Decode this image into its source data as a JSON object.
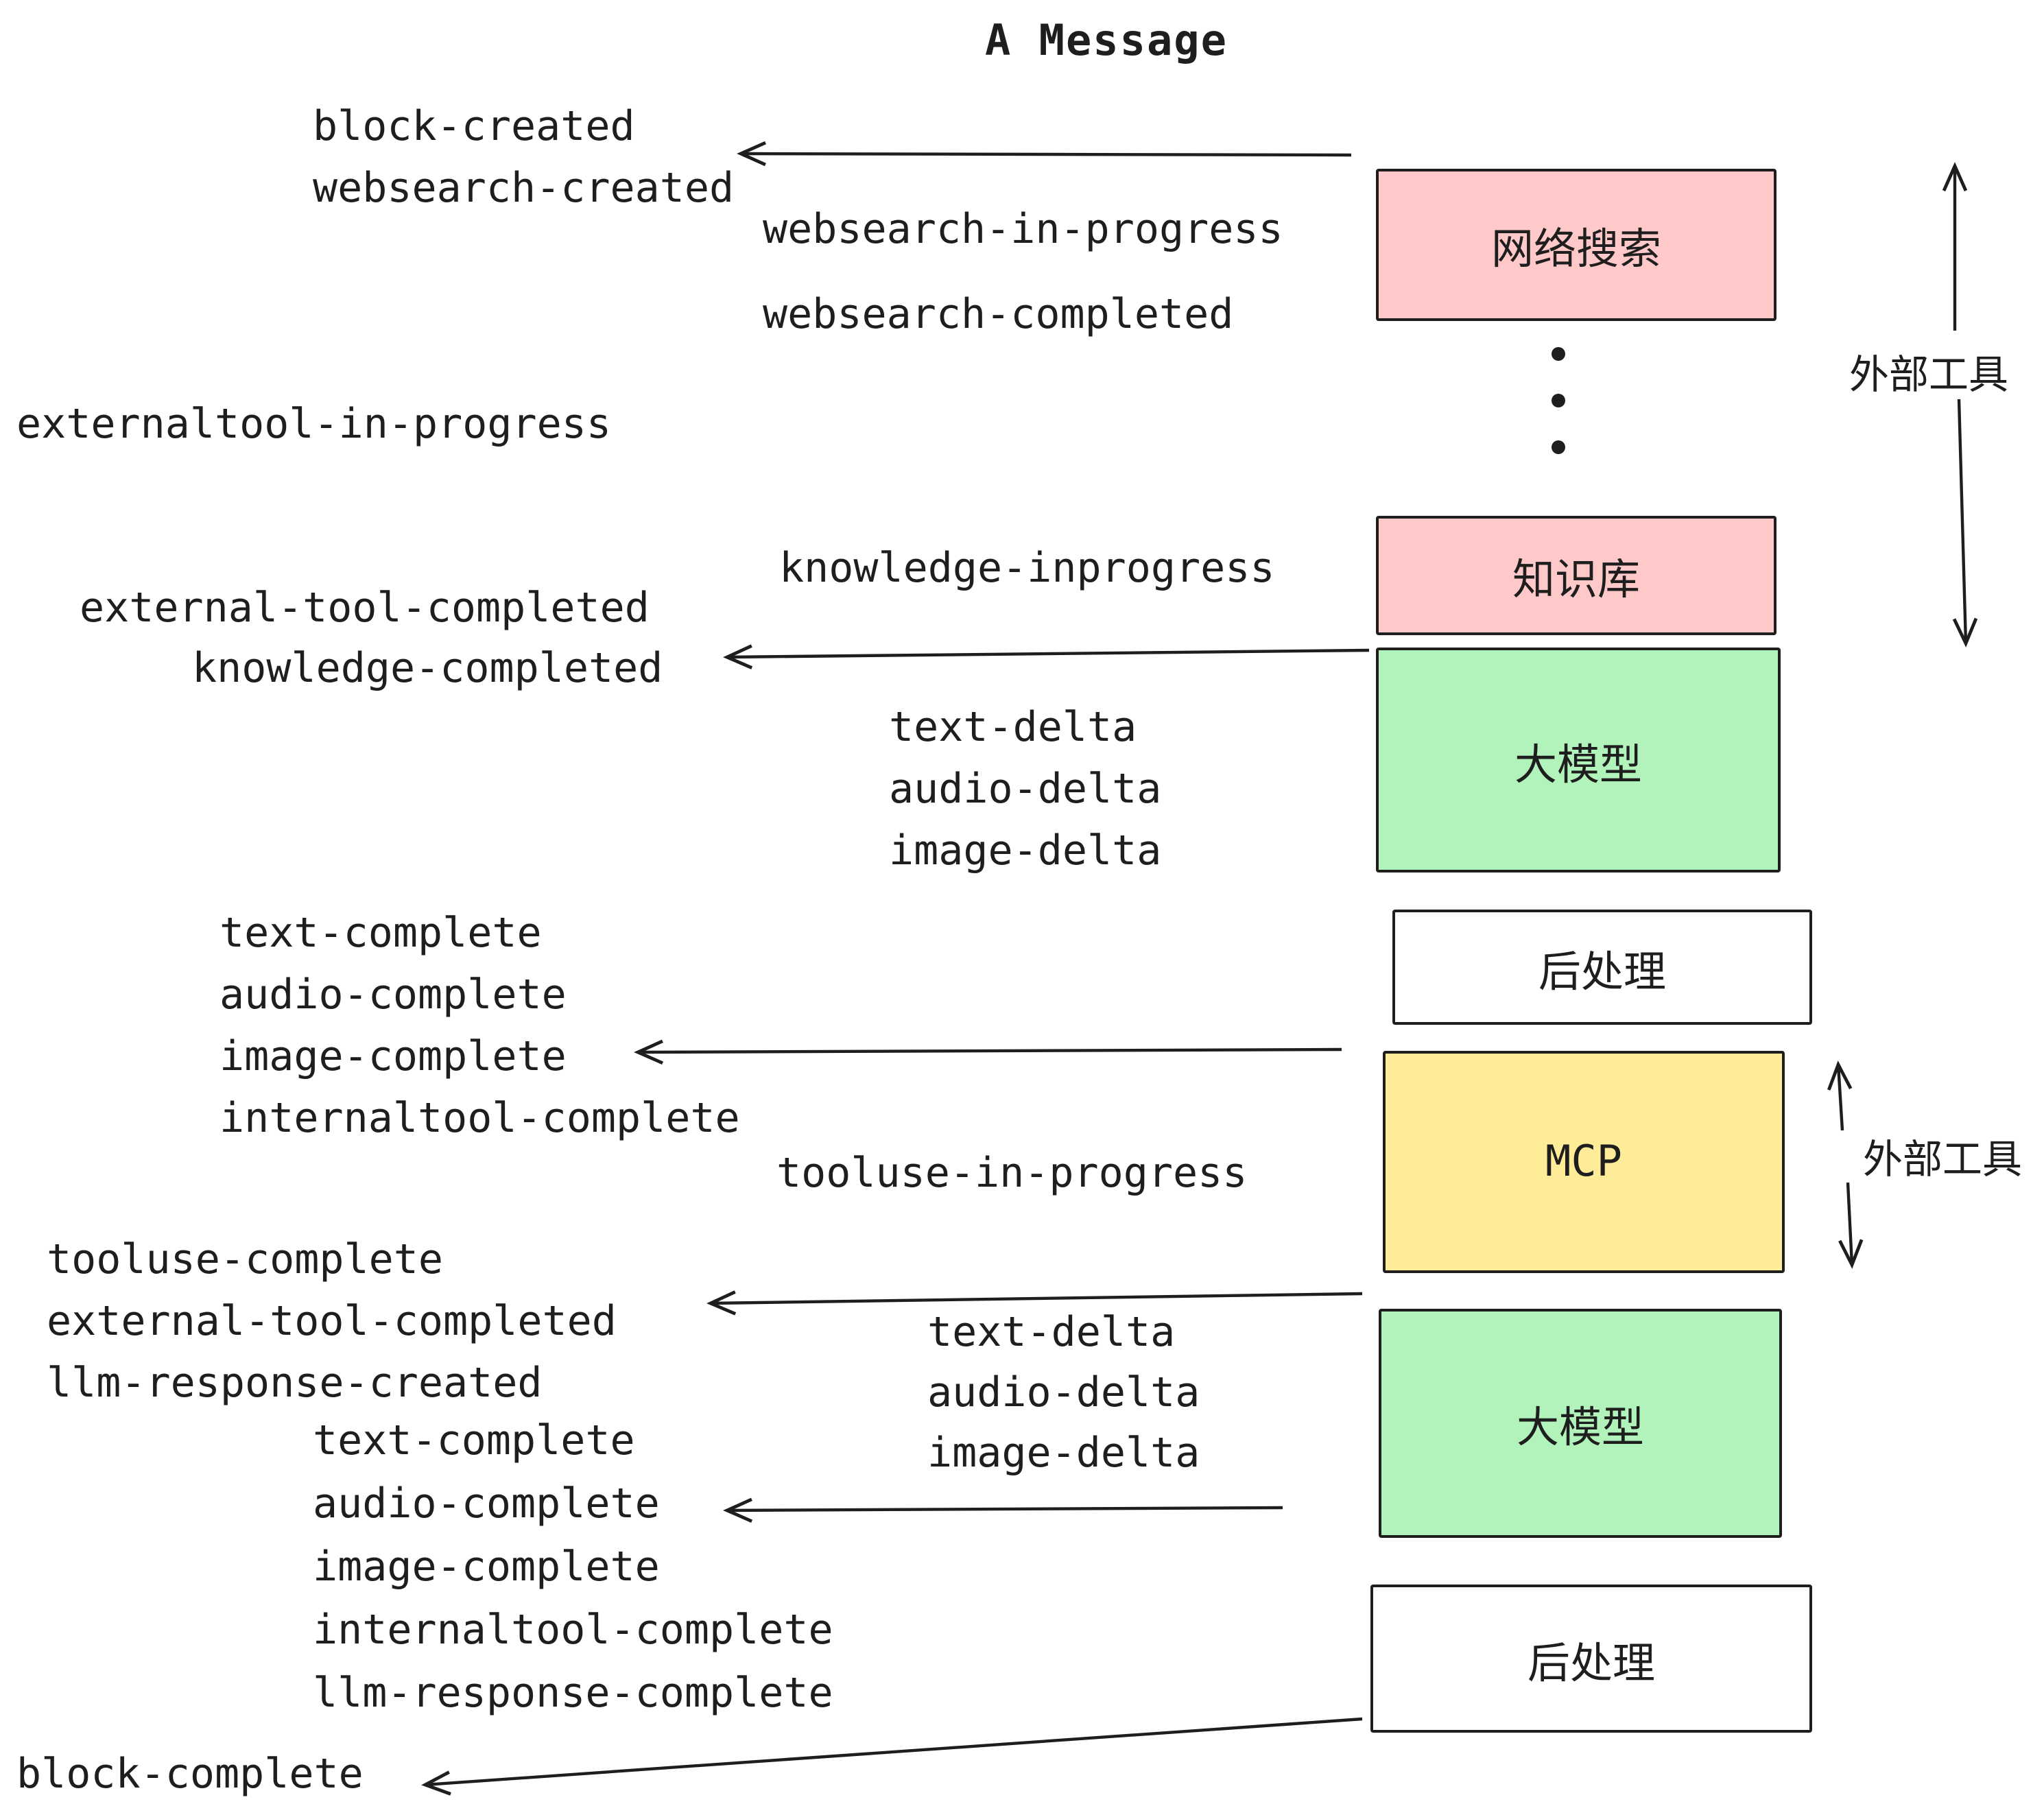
{
  "title": "A Message",
  "events": {
    "block_created": "block-created",
    "websearch_created": "websearch-created",
    "websearch_in_progress": "websearch-in-progress",
    "websearch_completed": "websearch-completed",
    "externaltool_in_progress": "externaltool-in-progress",
    "knowledge_inprogress": "knowledge-inprogress",
    "external_tool_completed": "external-tool-completed",
    "knowledge_completed": "knowledge-completed",
    "text_delta": "text-delta",
    "audio_delta": "audio-delta",
    "image_delta": "image-delta",
    "text_complete": "text-complete",
    "audio_complete": "audio-complete",
    "image_complete": "image-complete",
    "internaltool_complete": "internaltool-complete",
    "tooluse_in_progress": "tooluse-in-progress",
    "tooluse_complete": "tooluse-complete",
    "llm_response_created": "llm-response-created",
    "llm_response_complete": "llm-response-complete",
    "block_complete": "block-complete"
  },
  "boxes": [
    {
      "id": "websearch",
      "label": "网络搜索",
      "fill": "#ffc9c9"
    },
    {
      "id": "knowledge",
      "label": "知识库",
      "fill": "#ffc9c9"
    },
    {
      "id": "llm-1",
      "label": "大模型",
      "fill": "#b2f2bb"
    },
    {
      "id": "postprocess-1",
      "label": "后处理",
      "fill": "#ffffff"
    },
    {
      "id": "mcp",
      "label": "MCP",
      "fill": "#ffec99"
    },
    {
      "id": "llm-2",
      "label": "大模型",
      "fill": "#b2f2bb"
    },
    {
      "id": "postprocess-2",
      "label": "后处理",
      "fill": "#ffffff"
    }
  ],
  "side_labels": {
    "external_tools_top": "外部工具",
    "external_tools_bottom": "外部工具"
  },
  "colors": {
    "pink": "#ffc9c9",
    "green": "#b2f2bb",
    "yellow": "#ffec99",
    "stroke": "#1e1e1e"
  }
}
